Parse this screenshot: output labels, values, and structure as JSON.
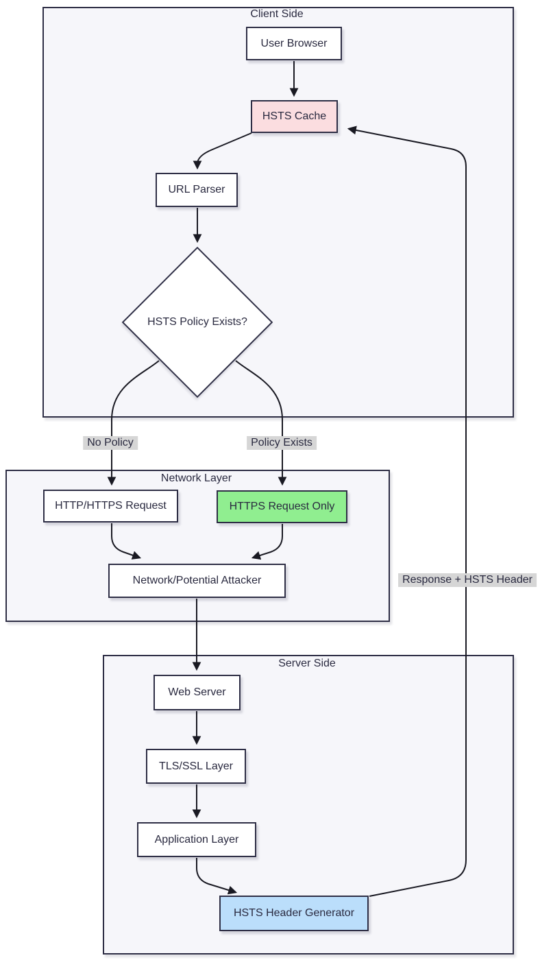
{
  "subgraphs": {
    "client": {
      "title": "Client Side"
    },
    "network": {
      "title": "Network Layer"
    },
    "server": {
      "title": "Server Side"
    }
  },
  "nodes": {
    "user_browser": {
      "label": "User Browser"
    },
    "hsts_cache": {
      "label": "HSTS Cache",
      "fill": "#fbdde0"
    },
    "url_parser": {
      "label": "URL Parser"
    },
    "policy_decision": {
      "label": "HSTS Policy Exists?"
    },
    "http_request": {
      "label": "HTTP/HTTPS Request"
    },
    "https_only": {
      "label": "HTTPS Request Only",
      "fill": "#90ee90"
    },
    "attacker": {
      "label": "Network/Potential Attacker"
    },
    "web_server": {
      "label": "Web Server"
    },
    "tls_layer": {
      "label": "TLS/SSL Layer"
    },
    "app_layer": {
      "label": "Application Layer"
    },
    "hsts_generator": {
      "label": "HSTS Header Generator",
      "fill": "#bbdefb"
    }
  },
  "edge_labels": {
    "no_policy": "No Policy",
    "policy_exists": "Policy Exists",
    "response_header": "Response + HSTS Header"
  },
  "colors": {
    "node_border": "#2e2e45",
    "edge_line": "#191922",
    "subgraph_fill": "#f6f6fa",
    "node_fill": "#ffffff",
    "cache_fill": "#fbdde0",
    "https_only_fill": "#90ee90",
    "generator_fill": "#bbdefb",
    "edge_label_bg": "#d6d6d6"
  }
}
